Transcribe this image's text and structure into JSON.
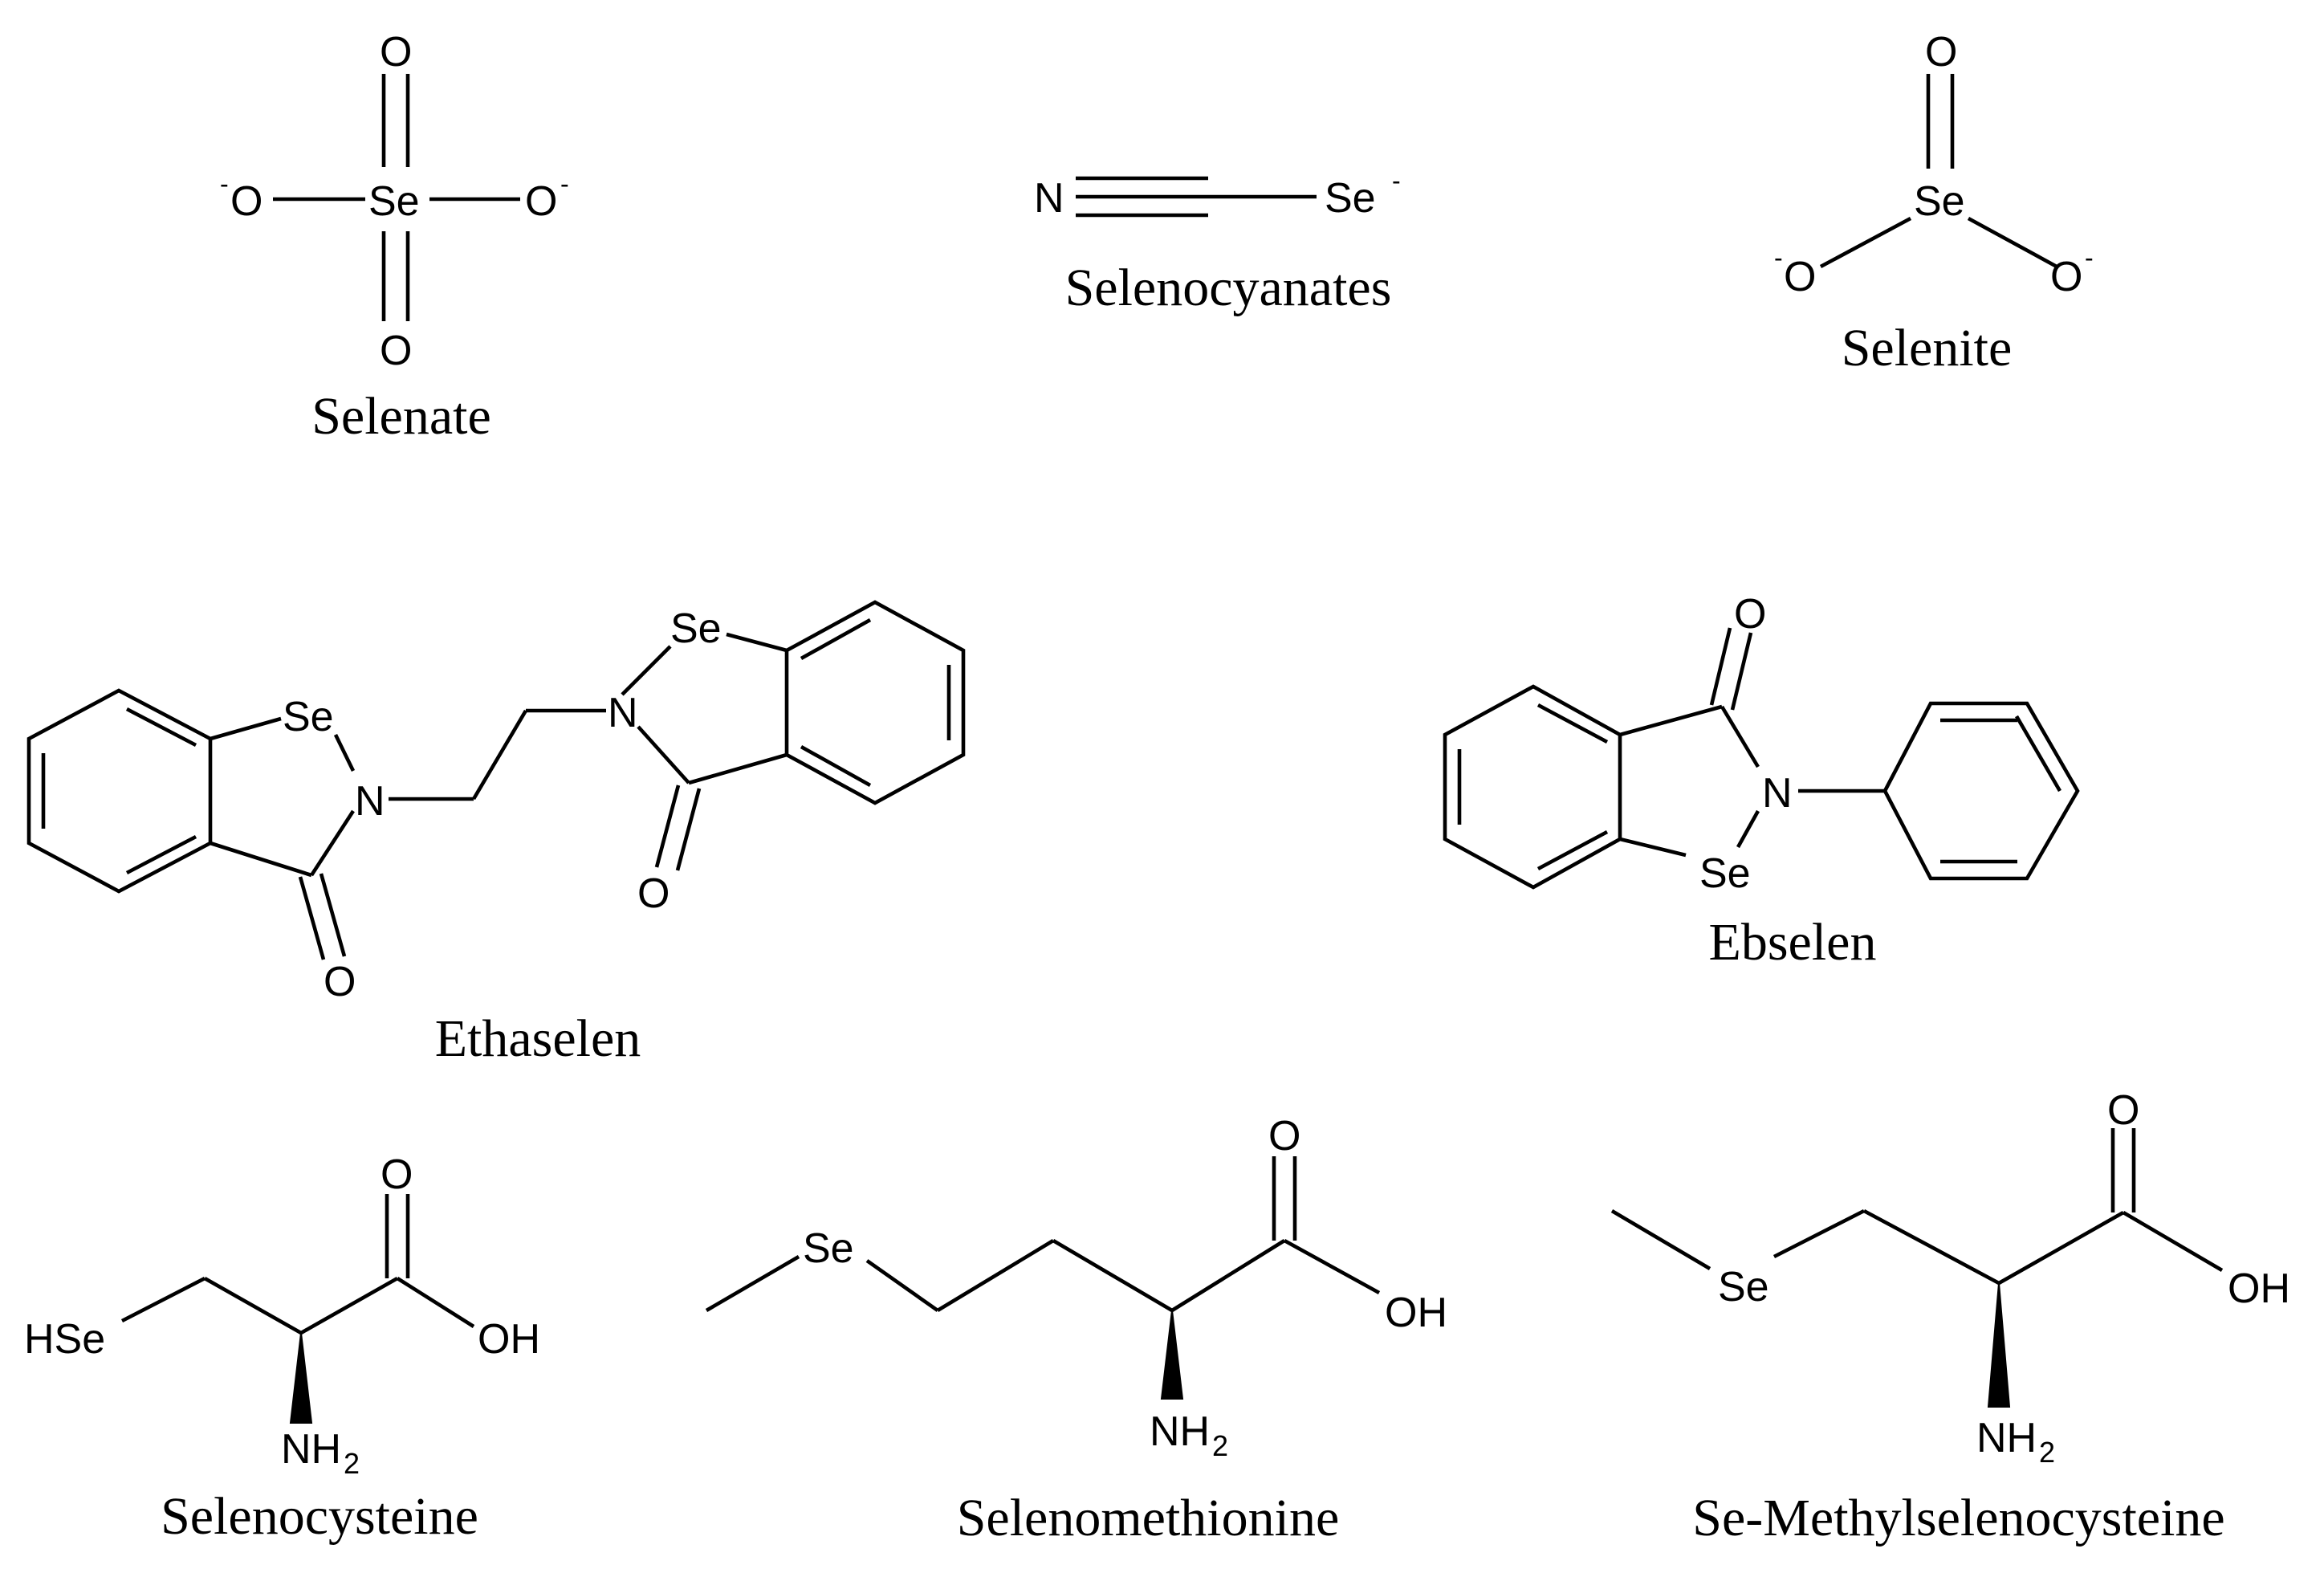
{
  "compounds": {
    "selenate": {
      "name": "Selenate",
      "atoms": {
        "se": "Se",
        "o_top": "O",
        "o_bottom": "O",
        "o_left": "O",
        "o_right": "O",
        "charge_left": "-",
        "charge_right": "-"
      }
    },
    "selenocyanates": {
      "name": "Selenocyanates",
      "atoms": {
        "n": "N",
        "se": "Se",
        "charge": "-"
      }
    },
    "selenite": {
      "name": "Selenite",
      "atoms": {
        "se": "Se",
        "o_top": "O",
        "o_left": "O",
        "o_right": "O",
        "charge_left": "-",
        "charge_right": "-"
      }
    },
    "ethaselen": {
      "name": "Ethaselen",
      "atoms": {
        "se_left": "Se",
        "n_left": "N",
        "o_left": "O",
        "se_right": "Se",
        "n_right": "N",
        "o_right": "O"
      }
    },
    "ebselen": {
      "name": "Ebselen",
      "atoms": {
        "o": "O",
        "n": "N",
        "se": "Se"
      }
    },
    "selenocysteine": {
      "name": "Selenocysteine",
      "atoms": {
        "hse": "HSe",
        "o": "O",
        "oh": "OH",
        "nh": "NH",
        "nh_sub": "2"
      }
    },
    "selenomethionine": {
      "name": "Selenomethionine",
      "atoms": {
        "se": "Se",
        "o": "O",
        "oh": "OH",
        "nh": "NH",
        "nh_sub": "2"
      }
    },
    "methylselenocysteine": {
      "name": "Se-Methylselenocysteine",
      "atoms": {
        "se": "Se",
        "o": "O",
        "oh": "OH",
        "nh": "NH",
        "nh_sub": "2"
      }
    }
  }
}
